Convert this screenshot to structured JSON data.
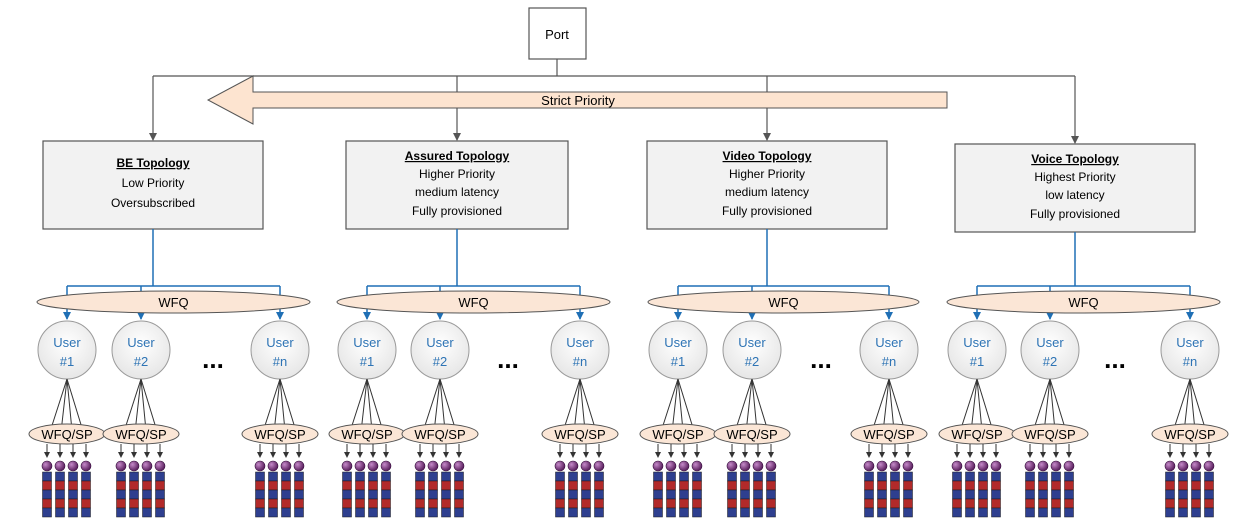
{
  "port": {
    "label": "Port"
  },
  "strict_priority": {
    "label": "Strict Priority"
  },
  "topologies": [
    {
      "title": "BE Topology",
      "lines": [
        "Low Priority",
        "Oversubscribed"
      ]
    },
    {
      "title": "Assured Topology",
      "lines": [
        "Higher Priority",
        "medium latency",
        "Fully provisioned"
      ]
    },
    {
      "title": "Video Topology",
      "lines": [
        "Higher Priority",
        "medium latency",
        "Fully provisioned"
      ]
    },
    {
      "title": "Voice Topology",
      "lines": [
        "Highest Priority",
        "low latency",
        "Fully provisioned"
      ]
    }
  ],
  "wfq_label": "WFQ",
  "user_word": "User",
  "user_ids": [
    "#1",
    "#2",
    "#n"
  ],
  "ellipsis": "...",
  "wfqsp_label": "WFQ/SP",
  "colors": {
    "line": "#555555",
    "blue_line": "#1f6fb5",
    "user_text": "#2e74b5",
    "oval_fill": "#fbe6d6",
    "arrow_fill": "#fde4d0",
    "queue_red": "#b22a2a",
    "queue_blue": "#2e3f8f",
    "ball": "#6a2d6e"
  }
}
